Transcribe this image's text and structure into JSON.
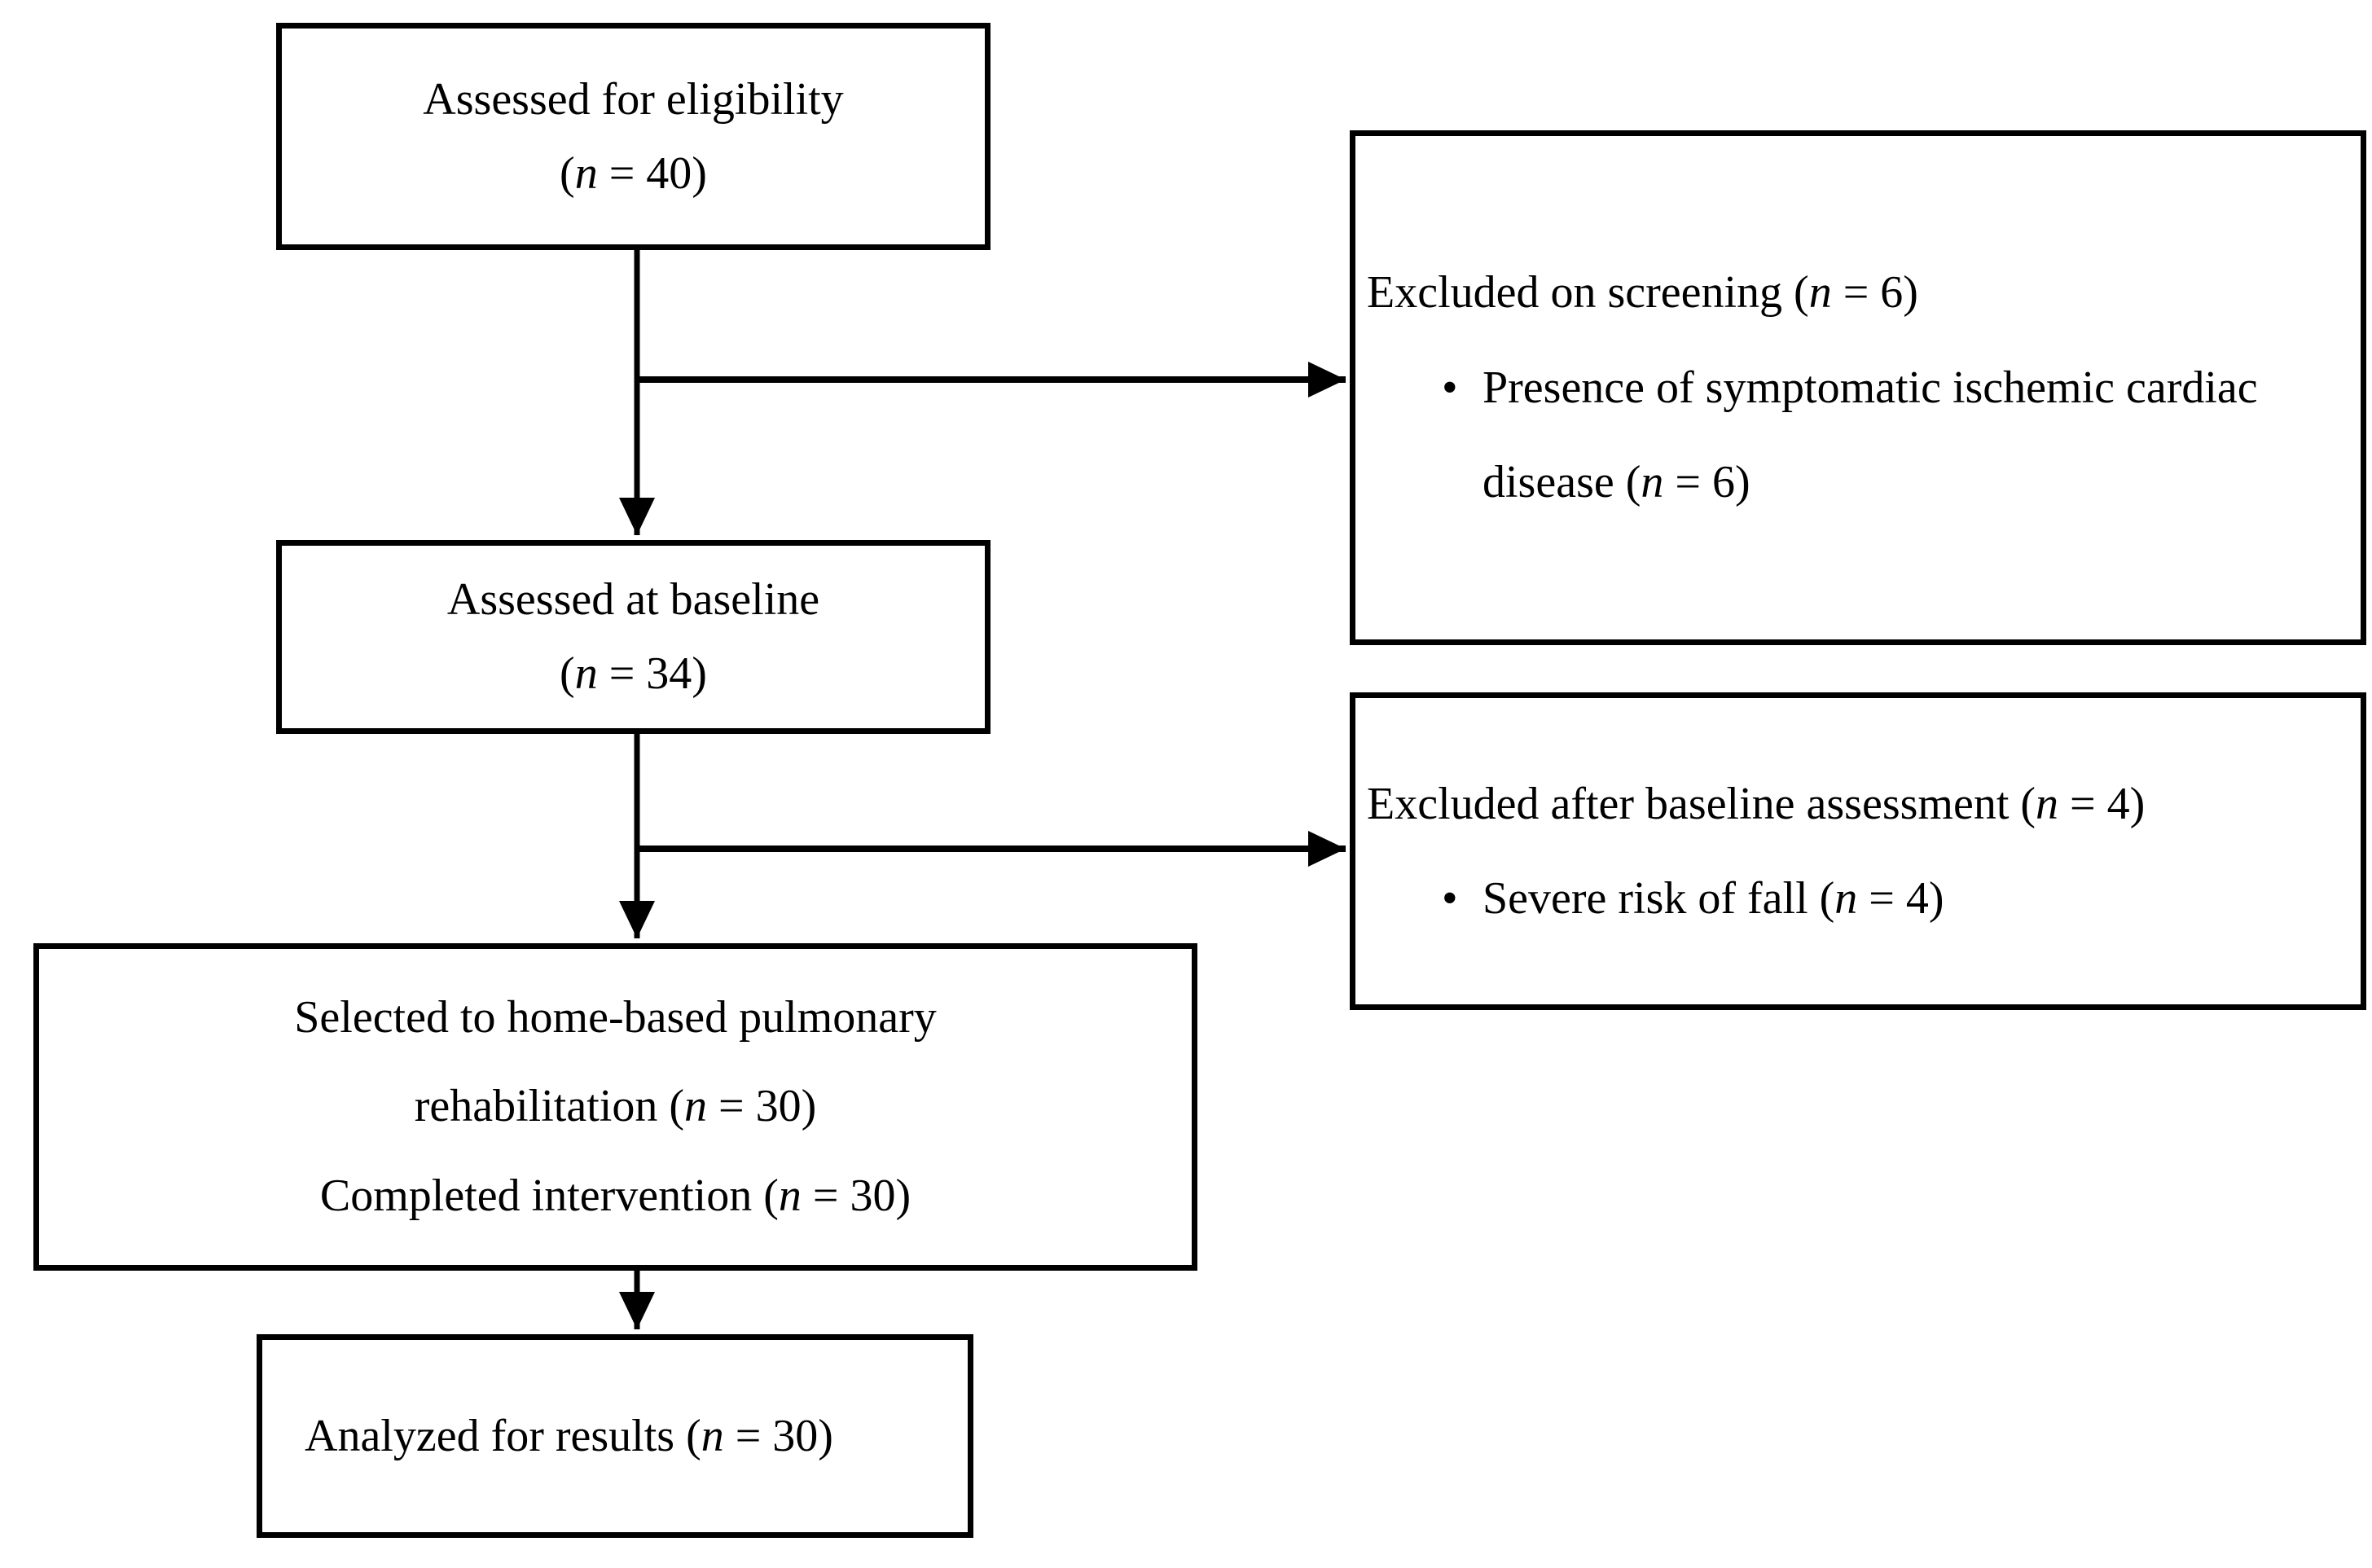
{
  "figure": {
    "bullet_char": "•",
    "colors": {
      "line": "#000000",
      "text": "#000000",
      "background": "#ffffff"
    },
    "boxes": {
      "eligibility": {
        "title": "Assessed for eligibility",
        "count": "(n = 40)"
      },
      "excluded_screening": {
        "heading": "Excluded on screening (n = 6)",
        "bullets": [
          "Presence of symptomatic ischemic cardiac disease (n = 6)"
        ]
      },
      "baseline": {
        "title": "Assessed at baseline",
        "count": "(n = 34)"
      },
      "excluded_baseline": {
        "heading": "Excluded after baseline assessment (n = 4)",
        "bullets": [
          "Severe risk of fall (n = 4)"
        ]
      },
      "selected": {
        "lines": [
          "Selected to home-based pulmonary rehabilitation (n = 30)",
          "Completed intervention (n = 30)"
        ]
      },
      "analyzed": {
        "text": "Analyzed for results (n = 30)"
      }
    }
  }
}
